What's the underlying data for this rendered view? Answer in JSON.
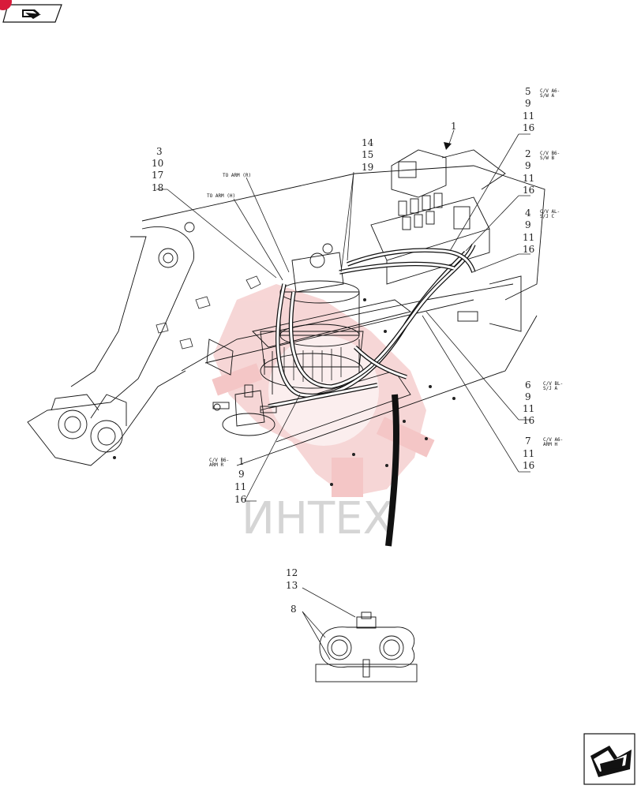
{
  "callouts": {
    "top_center": [
      "14",
      "15",
      "19"
    ],
    "left": [
      "3",
      "10",
      "17",
      "18"
    ],
    "right_a": [
      "5",
      "9",
      "11",
      "16"
    ],
    "right_b": [
      "2",
      "9",
      "11",
      "16"
    ],
    "right_c": [
      "4",
      "9",
      "11",
      "16"
    ],
    "right_d": [
      "6",
      "9",
      "11",
      "16"
    ],
    "right_e": [
      "7",
      "11",
      "16"
    ],
    "bottom_left": [
      "1",
      "9",
      "11",
      "16"
    ],
    "item_1": "1",
    "detail_top": [
      "12",
      "13"
    ],
    "detail_side": "8"
  },
  "labels": {
    "to_arm_r": "TO ARM (R)",
    "to_arm_h": "TO ARM (H)",
    "cv_a6_sw_a": [
      "C/V A6-",
      "S/W A"
    ],
    "cv_b6_sw_b": [
      "C/V B6-",
      "S/W B"
    ],
    "cv_al_sj_c": [
      "C/V AL-",
      "S/J C"
    ],
    "cv_bl_sj_a": [
      "C/V BL-",
      "S/J A"
    ],
    "cv_a6_arm_h": [
      "C/V A6-",
      "ARM H"
    ],
    "cv_b6_arm_r": [
      "C/V B6-",
      "ARM R"
    ]
  },
  "watermark": "ИНТЕХ",
  "icons": {
    "top_left": "prev-page-icon",
    "bottom_right": "next-page-icon"
  },
  "colors": {
    "badge": "#d81b3a",
    "watermark_gear": "#f2c0c0"
  }
}
